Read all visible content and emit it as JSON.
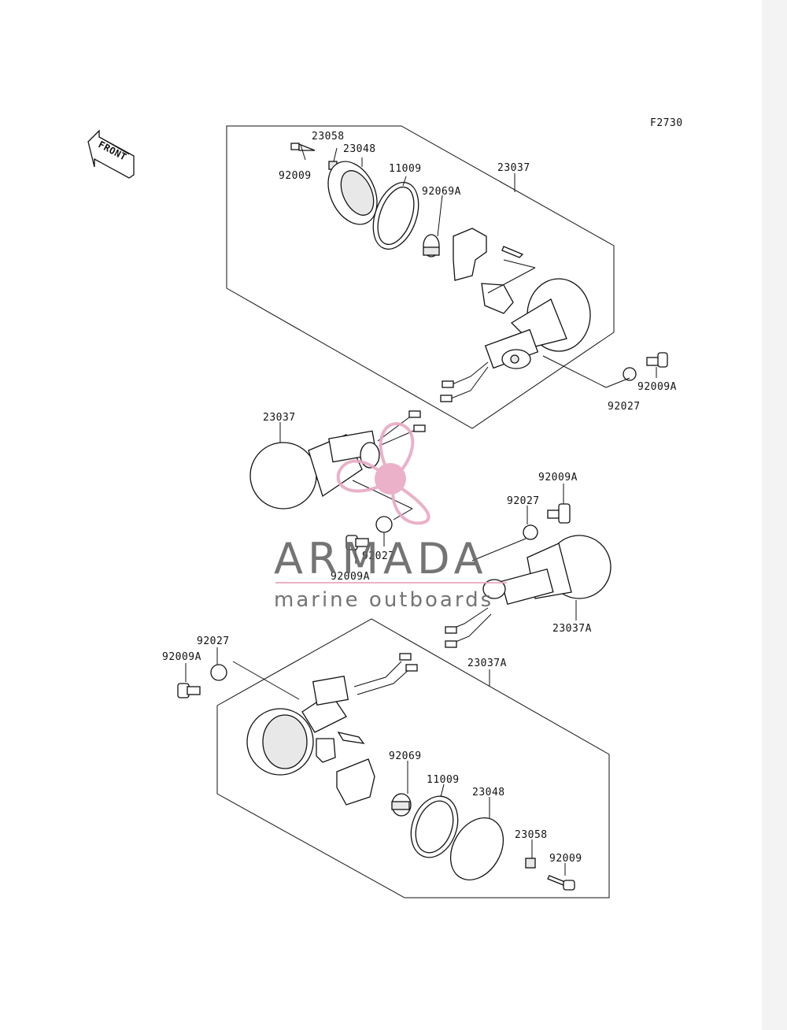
{
  "figure_code": "F2730",
  "front_label": "FRONT",
  "watermark": {
    "title": "ARMADA",
    "subtitle": "marine outboards",
    "logo_color": "#e8a9c4",
    "text_color": "#666666"
  },
  "labels": {
    "a_23058": "23058",
    "a_23048": "23048",
    "a_92009": "92009",
    "a_11009": "11009",
    "a_23037": "23037",
    "a_92069A": "92069A",
    "a_92009A": "92009A",
    "a_92027": "92027",
    "b_23037": "23037",
    "b_92027": "92027",
    "b_92009A": "92009A",
    "c_92009A": "92009A",
    "c_92027": "92027",
    "c_23037A": "23037A",
    "d_92027": "92027",
    "d_92009A": "92009A",
    "d_23037A": "23037A",
    "d_92069": "92069",
    "d_11009": "11009",
    "d_23048": "23048",
    "d_23058": "23058",
    "d_92009": "92009"
  }
}
